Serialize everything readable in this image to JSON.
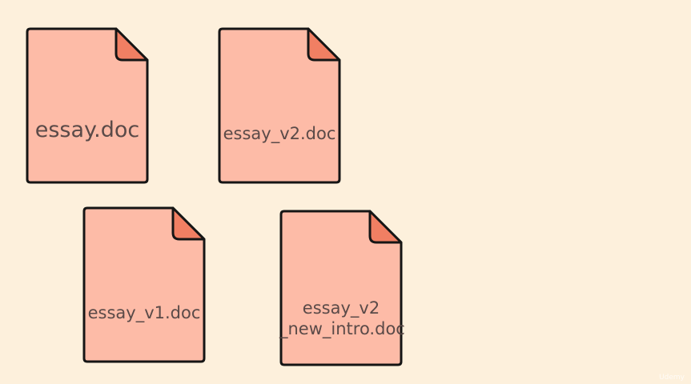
{
  "colors": {
    "background": "#fdf0dc",
    "file_fill": "#fdbba7",
    "fold_fill": "#f17f63",
    "outline": "#151515",
    "label_text": "#5a4a48"
  },
  "files": [
    {
      "name": "essay.doc",
      "icon": "document-icon"
    },
    {
      "name": "essay_v2.doc",
      "icon": "document-icon"
    },
    {
      "name": "essay_v1.doc",
      "icon": "document-icon"
    },
    {
      "name": "essay_v2\n_new_intro.doc",
      "icon": "document-icon"
    }
  ],
  "watermark": "Udemy"
}
